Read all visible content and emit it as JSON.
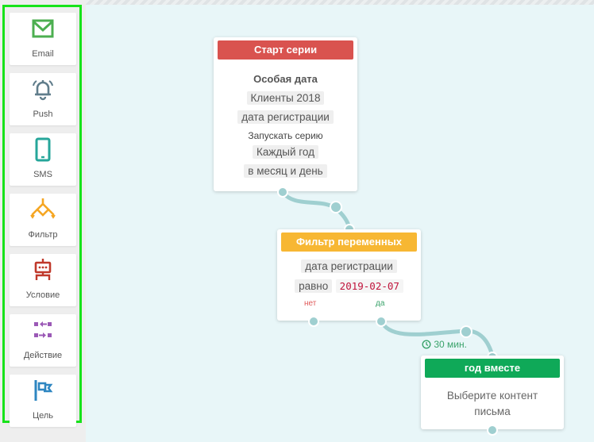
{
  "sidebar": {
    "items": [
      {
        "label": "Email",
        "icon": "envelope",
        "color": "#4caf50"
      },
      {
        "label": "Push",
        "icon": "bell",
        "color": "#607d8b"
      },
      {
        "label": "SMS",
        "icon": "phone",
        "color": "#26a69a"
      },
      {
        "label": "Фильтр",
        "icon": "split",
        "color": "#f5a623"
      },
      {
        "label": "Условие",
        "icon": "robot",
        "color": "#c0392b"
      },
      {
        "label": "Действие",
        "icon": "arrows",
        "color": "#9b59b6"
      },
      {
        "label": "Цель",
        "icon": "flag",
        "color": "#2e86c1"
      }
    ]
  },
  "flow": {
    "start": {
      "header": "Старт серии",
      "header_color": "#d9534f",
      "title": "Особая дата",
      "segment": "Клиенты 2018",
      "field": "дата регистрации",
      "run_label": "Запускать серию",
      "period": "Каждый год",
      "unit": "в месяц и день"
    },
    "filter": {
      "header": "Фильтр переменных",
      "header_color": "#f7b733",
      "field": "дата регистрации",
      "operator": "равно",
      "value": "2019-02-07",
      "no_label": "нет",
      "yes_label": "да",
      "no_color": "#e05a5a",
      "yes_color": "#3aa36b"
    },
    "delay": {
      "text": "30 мин."
    },
    "email": {
      "header": "год вместе",
      "header_color": "#0fa958",
      "body": "Выберите контент письма"
    }
  }
}
